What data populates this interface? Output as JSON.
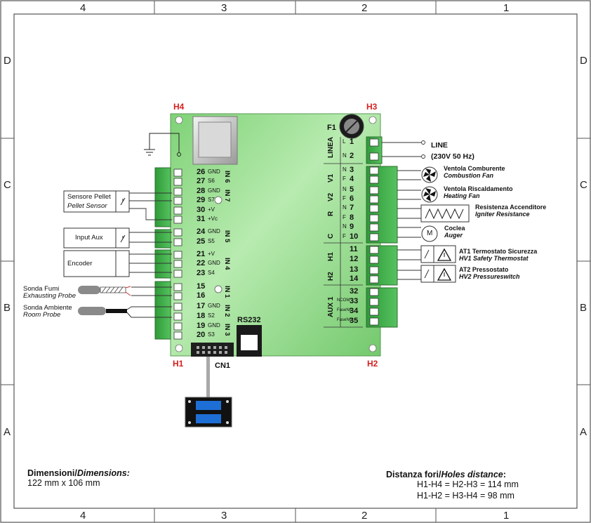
{
  "zones": {
    "columns": [
      "4",
      "3",
      "2",
      "1"
    ],
    "rows": [
      "D",
      "C",
      "B",
      "A"
    ]
  },
  "holes": {
    "h1": "H1",
    "h2": "H2",
    "h3": "H3",
    "h4": "H4"
  },
  "components": {
    "fuse": "F1",
    "rs232": "RS232",
    "cn1": "CN1"
  },
  "left_terminals": [
    {
      "num": "26",
      "sig": "GND"
    },
    {
      "num": "27",
      "sig": "S6"
    },
    {
      "num": "28",
      "sig": "GND"
    },
    {
      "num": "29",
      "sig": "S7"
    },
    {
      "num": "30",
      "sig": "+V"
    },
    {
      "num": "31",
      "sig": "+Vc"
    },
    {
      "num": "24",
      "sig": "GND"
    },
    {
      "num": "25",
      "sig": "S5"
    },
    {
      "num": "21",
      "sig": "+V"
    },
    {
      "num": "22",
      "sig": "GND"
    },
    {
      "num": "23",
      "sig": "S4"
    },
    {
      "num": "15",
      "sig": ""
    },
    {
      "num": "16",
      "sig": ""
    },
    {
      "num": "17",
      "sig": "GND"
    },
    {
      "num": "18",
      "sig": "S2"
    },
    {
      "num": "19",
      "sig": "GND"
    },
    {
      "num": "20",
      "sig": "S3"
    }
  ],
  "input_labels": [
    "IN 6",
    "IN 7",
    "IN 5",
    "IN 4",
    "IN 1",
    "IN 2",
    "IN 3"
  ],
  "right_groups": [
    {
      "label": "LINEA",
      "pins": [
        {
          "sig": "L",
          "num": "1"
        },
        {
          "sig": "N",
          "num": "2"
        }
      ]
    },
    {
      "label": "V1",
      "pins": [
        {
          "sig": "N",
          "num": "3"
        },
        {
          "sig": "F",
          "num": "4"
        }
      ]
    },
    {
      "label": "V2",
      "pins": [
        {
          "sig": "N",
          "num": "5"
        },
        {
          "sig": "F",
          "num": "6"
        }
      ]
    },
    {
      "label": "R",
      "pins": [
        {
          "sig": "N",
          "num": "7"
        },
        {
          "sig": "F",
          "num": "8"
        }
      ]
    },
    {
      "label": "C",
      "pins": [
        {
          "sig": "N",
          "num": "9"
        },
        {
          "sig": "F",
          "num": "10"
        }
      ]
    },
    {
      "label": "H1",
      "pins": [
        {
          "sig": "",
          "num": "11"
        },
        {
          "sig": "",
          "num": "12"
        }
      ]
    },
    {
      "label": "H2",
      "pins": [
        {
          "sig": "",
          "num": "13"
        },
        {
          "sig": "",
          "num": "14"
        }
      ]
    },
    {
      "label": "AUX 1",
      "pins": [
        {
          "sig": "",
          "num": "32"
        },
        {
          "sig": "NCOM",
          "num": "33"
        },
        {
          "sig": "FaseNC",
          "num": "34"
        },
        {
          "sig": "FaseNO",
          "num": "35"
        }
      ]
    }
  ],
  "left_devices": {
    "sensore_pellet_it": "Sensore Pellet",
    "sensore_pellet_en": "Pellet Sensor",
    "input_aux": "Input Aux",
    "encoder": "Encoder",
    "sonda_fumi_it": "Sonda Fumi",
    "sonda_fumi_en": "Exhausting Probe",
    "sonda_ambiente_it": "Sonda Ambiente",
    "sonda_ambiente_en": "Room Probe"
  },
  "right_devices": {
    "line": "LINE",
    "line_spec": "(230V 50 Hz)",
    "v1_it": "Ventola Comburente",
    "v1_en": "Combustion Fan",
    "v2_it": "Ventola Riscaldamento",
    "v2_en": "Heating Fan",
    "r_it": "Resistenza Accenditore",
    "r_en": "Igniter Resistance",
    "c_it": "Coclea",
    "c_en": "Auger",
    "motor_symbol": "M",
    "at1_it": "AT1 Termostato Sicurezza",
    "at1_en": "HV1 Safety Thermostat",
    "at2_it": "AT2 Pressostato",
    "at2_en": "HV2 Pressureswitch"
  },
  "dimensions": {
    "title_it": "Dimensioni/",
    "title_en": "Dimensions:",
    "value": "122 mm x 106 mm"
  },
  "holes_distance": {
    "title_it": "Distanza fori/",
    "title_en": "Holes distance",
    "title_colon": ":",
    "line1": "H1-H4 = H2-H3 = 114 mm",
    "line2": "H1-H2 = H3-H4 = 98 mm"
  },
  "colors": {
    "board": "#8edb86",
    "terminal_green": "#3cae45",
    "hole_label": "#d61f1f",
    "frame": "#555555"
  }
}
